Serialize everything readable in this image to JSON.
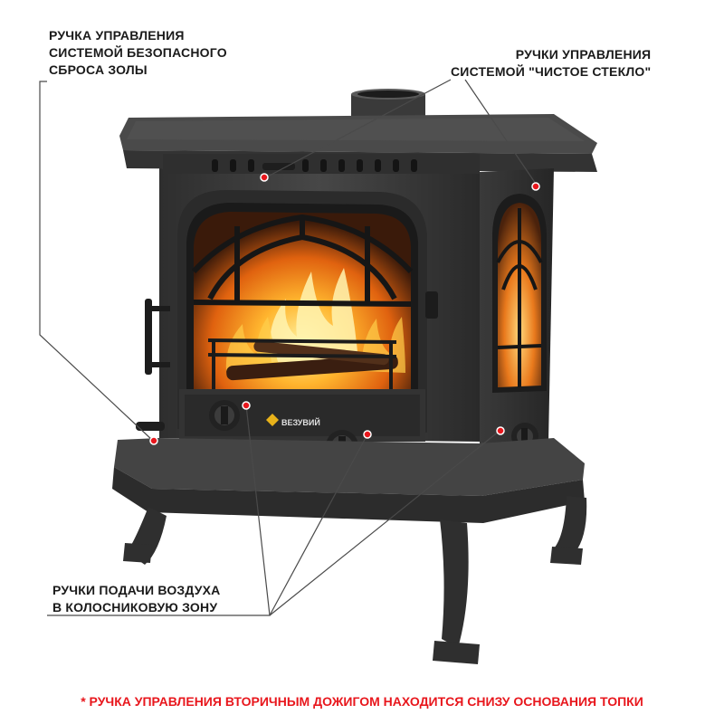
{
  "annotations": {
    "ash_handle": [
      "РУЧКА УПРАВЛЕНИЯ",
      "СИСТЕМОЙ БЕЗОПАСНОГО",
      "СБРОСА ЗОЛЫ"
    ],
    "clean_glass_handles": [
      "РУЧКИ УПРАВЛЕНИЯ",
      "СИСТЕМОЙ \"ЧИСТОЕ СТЕКЛО\""
    ],
    "air_supply_handles": [
      "РУЧКИ ПОДАЧИ ВОЗДУХА",
      "В КОЛОСНИКОВУЮ ЗОНУ"
    ]
  },
  "footnote": "* РУЧКА УПРАВЛЕНИЯ ВТОРИЧНЫМ ДОЖИГОМ НАХОДИТСЯ  СНИЗУ ОСНОВАНИЯ ТОПКИ",
  "brand": "ВЕЗУВИЙ",
  "colors": {
    "stove_iron": "#3b3b3b",
    "marker": "#e8171d",
    "footnote_text": "#e8171d",
    "leader_line": "#4a4a4a",
    "flame": "#f28a1c"
  }
}
